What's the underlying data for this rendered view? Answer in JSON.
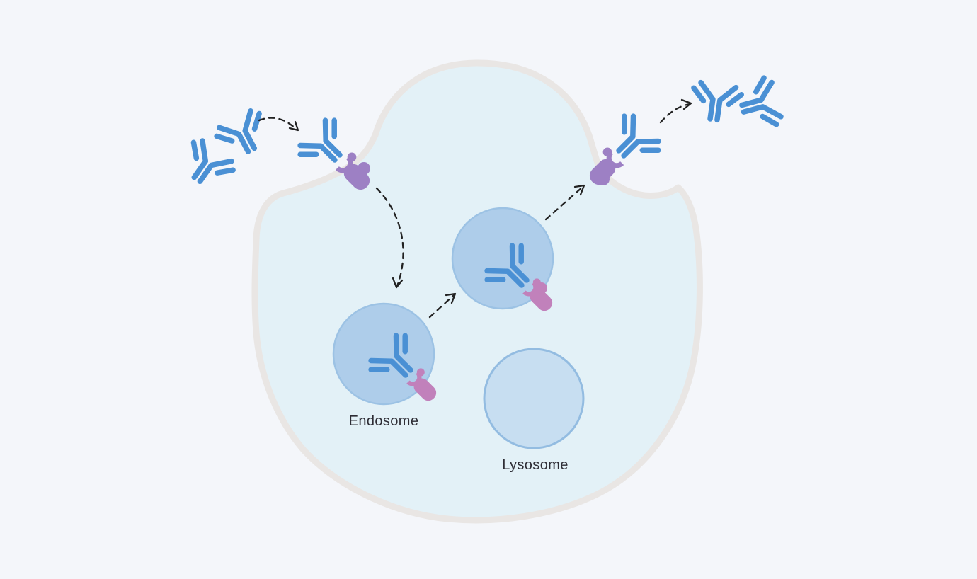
{
  "diagram": {
    "labels": {
      "endosome": "Endosome",
      "lysosome": "Lysosome"
    },
    "organelles": [
      {
        "name": "endosome",
        "label": "Endosome",
        "contains": "antibody-receptor-complex"
      },
      {
        "name": "transport-vesicle",
        "label": "",
        "contains": "antibody-receptor-complex"
      },
      {
        "name": "lysosome",
        "label": "Lysosome",
        "contains": ""
      }
    ],
    "icons": [
      "antibody-icon",
      "fcrn-receptor-icon",
      "receptor-dot-icon",
      "dashed-arrow-icon"
    ],
    "counts": {
      "free-antibodies-outside-left": 2,
      "free-antibodies-outside-right": 2,
      "membrane-bound-complexes": 2,
      "vesicle-complexes": 2,
      "dashed-arrows": 5
    }
  },
  "colors": {
    "background": "#f4f6fa",
    "cell_fill": "#e3f1f7",
    "membrane": "#e9e6e4",
    "vesicle_fill": "#aecdea",
    "vesicle_stroke": "#9cc2e4",
    "lysosome_fill": "#c7def1",
    "lysosome_stroke": "#93bce1",
    "antibody": "#4a90d4",
    "membrane_receptor": "#9d80c4",
    "vesicle_receptor": "#c181bb",
    "arrow": "#222222",
    "label_text": "#2e2d35"
  }
}
